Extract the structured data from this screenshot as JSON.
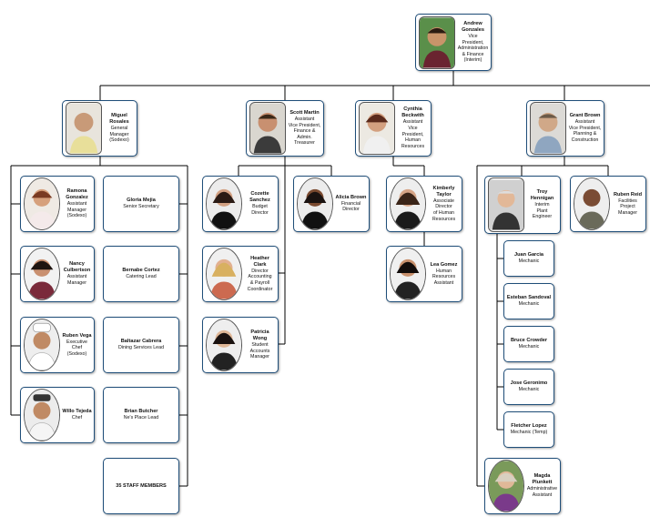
{
  "chart": {
    "top": {
      "name": "Andrew Gonzales",
      "title": "Vice\nPresident,\nAdministration\n& Finance\n(Interim)"
    },
    "vps": [
      {
        "name": "Miguel Rosales",
        "title": "General\nManager\n(Sodexo)"
      },
      {
        "name": "Scott Martin",
        "title": "Assistant\nVice President,\nFinance & Admin.\nTreasurer"
      },
      {
        "name": "Cynthia Beckwith",
        "title": "Assistant\nVice President,\nHuman\nResources"
      },
      {
        "name": "Grant Brown",
        "title": "Assistant\nVice President,\nPlanning &\nConstruction"
      }
    ],
    "sodexo_people": [
      {
        "name": "Ramona Gonzalez",
        "title": "Assistant\nManager\n(Sodexo)"
      },
      {
        "name": "Nancy Culbertson",
        "title": "Assistant\nManager"
      },
      {
        "name": "Ruben Vega",
        "title": "Executive\nChef\n(Sodexo)"
      },
      {
        "name": "Willo Tejeda",
        "title": "Chef"
      }
    ],
    "sodexo_staff": [
      {
        "name": "Gloria Mejia",
        "title": "Senior Secretary"
      },
      {
        "name": "Bernabe Cortez",
        "title": "Catering Lead"
      },
      {
        "name": "Baltazar Cabrera",
        "title": "Dining Services Lead"
      },
      {
        "name": "Brian Butcher",
        "title": "Ne's Place Lead"
      },
      {
        "name": "35 STAFF MEMBERS",
        "title": ""
      }
    ],
    "finance_people": [
      {
        "name": "Cozette Sanchez",
        "title": "Budget\nDirector"
      },
      {
        "name": "Heather Clark",
        "title": "Director\nAccounting\n& Payroll\nCoordinator"
      },
      {
        "name": "Patricia Wong",
        "title": "Student\nAccounts\nManager"
      }
    ],
    "finance_side": {
      "name": "Alicia Brown",
      "title": "Financial\nDirector"
    },
    "hr_people": [
      {
        "name": "Kimberly Taylor",
        "title": "Associate\nDirector\nof Human\nResources"
      },
      {
        "name": "Lea Gomez",
        "title": "Human\nResources\nAssistant"
      }
    ],
    "planning_people": [
      {
        "name": "Troy Hennigan",
        "title": "Interim\nPlant\nEngineer"
      },
      {
        "name": "Ruben Reid",
        "title": "Facilities\nProject\nManager"
      }
    ],
    "mechanics": [
      {
        "name": "Juan Garcia",
        "title": "Mechanic"
      },
      {
        "name": "Esteban Sandoval",
        "title": "Mechanic"
      },
      {
        "name": "Bruce Crowder",
        "title": "Mechanic"
      },
      {
        "name": "Jose Geronimo",
        "title": "Mechanic"
      },
      {
        "name": "Fletcher Lopez",
        "title": "Mechanic (Temp)"
      }
    ],
    "planning_bottom": {
      "name": "Magda Plunkett",
      "title": "Administrative\nAssistant"
    }
  },
  "colors": {
    "border": "#1f4e79",
    "line": "#000000"
  }
}
